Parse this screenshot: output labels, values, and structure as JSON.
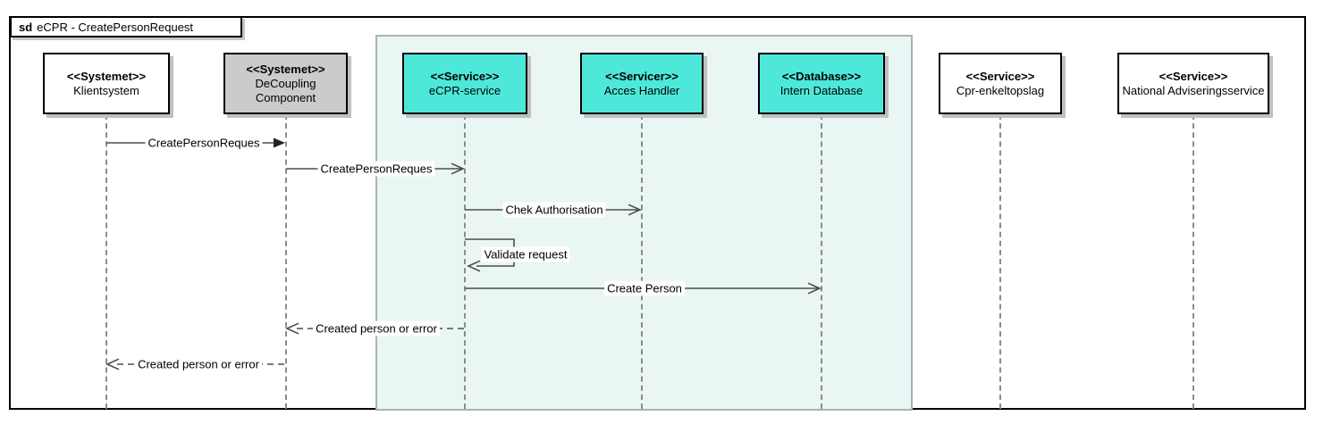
{
  "frame": {
    "keyword": "sd",
    "title": "eCPR - CreatePersonRequest"
  },
  "actors": [
    {
      "stereotype": "<<Systemet>>",
      "name": "Klientsystem",
      "fill": "#FFFFFF"
    },
    {
      "stereotype": "<<Systemet>>",
      "name": "DeCoupling Component",
      "fill": "#CBCBCB"
    },
    {
      "stereotype": "<<Service>>",
      "name": "eCPR-service",
      "fill": "#4EE8DA"
    },
    {
      "stereotype": "<<Servicer>>",
      "name": "Acces Handler",
      "fill": "#4EE8DA"
    },
    {
      "stereotype": "<<Database>>",
      "name": "Intern Database",
      "fill": "#4EE8DA"
    },
    {
      "stereotype": "<<Service>>",
      "name": "Cpr-enkeltopslag",
      "fill": "#FFFFFF"
    },
    {
      "stereotype": "<<Service>>",
      "name": "National Adviseringsservice",
      "fill": "#FFFFFF"
    }
  ],
  "messages": [
    {
      "label": "CreatePersonReques",
      "from": "Klientsystem",
      "to": "DeCoupling Component",
      "line": "solid",
      "arrowhead": "filled"
    },
    {
      "label": "CreatePersonReques",
      "from": "DeCoupling Component",
      "to": "eCPR-service",
      "line": "solid",
      "arrowhead": "open"
    },
    {
      "label": "Chek Authorisation",
      "from": "eCPR-service",
      "to": "Acces Handler",
      "line": "solid",
      "arrowhead": "open"
    },
    {
      "label": "Validate request",
      "from": "eCPR-service",
      "to": "eCPR-service",
      "line": "solid",
      "arrowhead": "open",
      "self_message": true
    },
    {
      "label": "Create Person",
      "from": "eCPR-service",
      "to": "Intern Database",
      "line": "solid",
      "arrowhead": "open"
    },
    {
      "label": "Created person or error",
      "from": "eCPR-service",
      "to": "DeCoupling Component",
      "line": "dashed",
      "arrowhead": "open"
    },
    {
      "label": "Created person or error",
      "from": "DeCoupling Component",
      "to": "Klientsystem",
      "line": "dashed",
      "arrowhead": "open"
    }
  ],
  "colors": {
    "service_fill": "#4EE8DA",
    "system_fill": "#FFFFFF",
    "decoupling_fill": "#CBCBCB",
    "region_fill": "#E9F6F4",
    "region_border": "#A6B5B3",
    "frame_border": "#000000",
    "actor_border": "#000000",
    "shadow": "#C0C0C0",
    "lifeline": "#8C8C8C",
    "arrow": "#4D4D4D"
  }
}
